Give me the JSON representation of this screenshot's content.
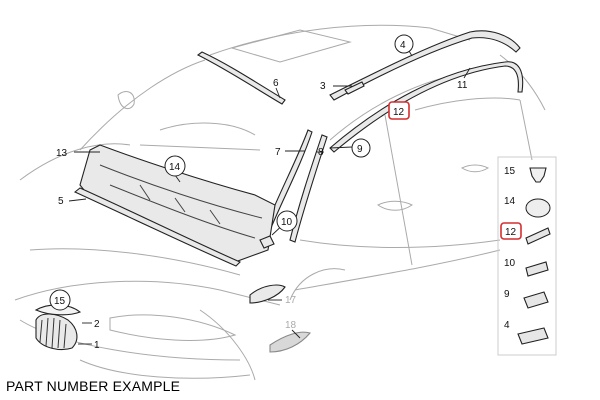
{
  "caption": "PART NUMBER EXAMPLE",
  "callouts": {
    "c1": "1",
    "c2": "2",
    "c3": "3",
    "c4": "4",
    "c5": "5",
    "c6": "6",
    "c7": "7",
    "c8": "8",
    "c9": "9",
    "c10": "10",
    "c11": "11",
    "c12": "12",
    "c13": "13",
    "c14": "14",
    "c15": "15",
    "c17": "17",
    "c18": "18"
  },
  "legend": [
    {
      "label": "15"
    },
    {
      "label": "14"
    },
    {
      "label": "12"
    },
    {
      "label": "10"
    },
    {
      "label": "9"
    },
    {
      "label": "4"
    }
  ],
  "colors": {
    "highlight": "#d32f2f"
  }
}
